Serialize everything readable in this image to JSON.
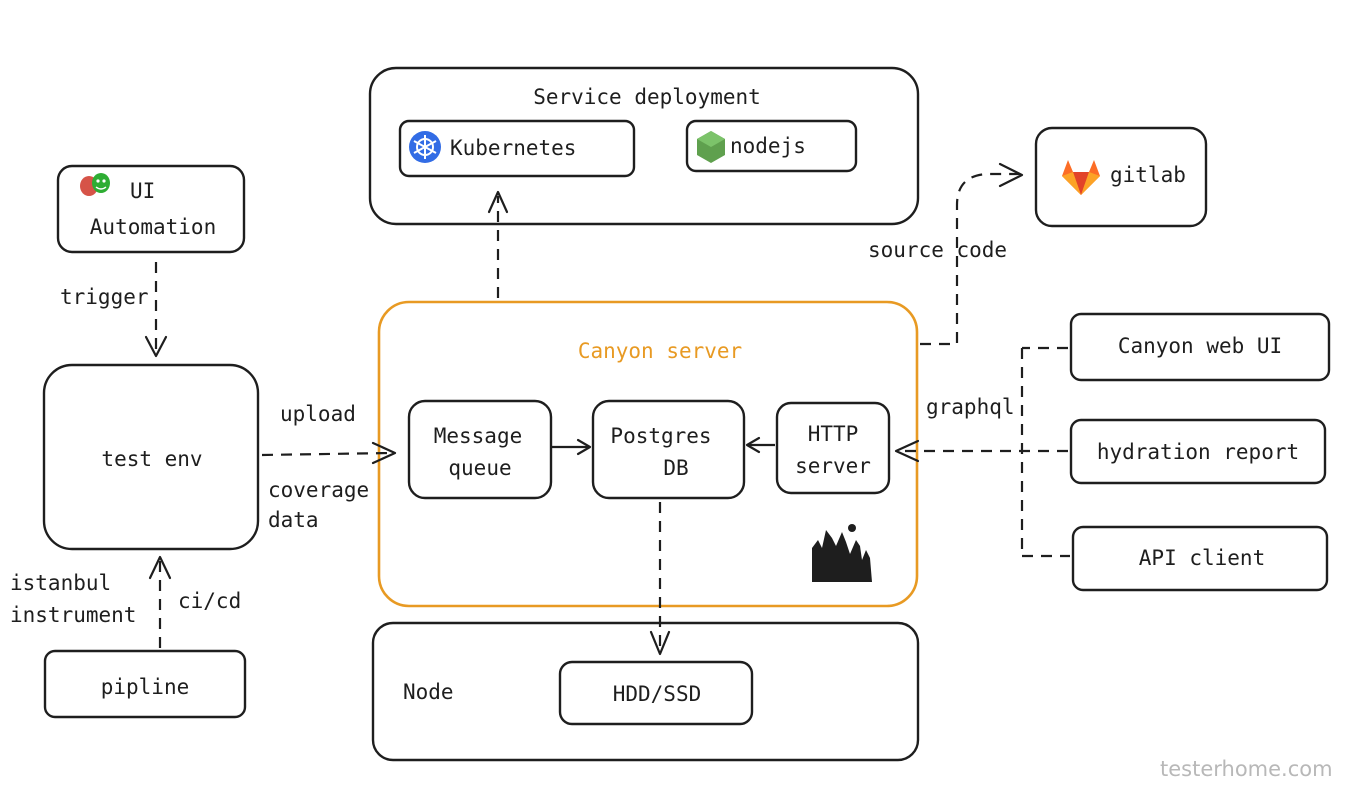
{
  "diagram": {
    "service_deployment": {
      "title": "Service deployment",
      "kubernetes": "Kubernetes",
      "nodejs": "nodejs"
    },
    "gitlab": "gitlab",
    "ui_automation": {
      "line1": "UI",
      "line2": "Automation"
    },
    "test_env": "test env",
    "pipline": "pipline",
    "canyon_server": {
      "title": "Canyon server",
      "message_queue": {
        "line1": "Message",
        "line2": "queue"
      },
      "postgres": {
        "line1": "Postgres",
        "line2": "DB"
      },
      "http_server": {
        "line1": "HTTP",
        "line2": "server"
      }
    },
    "node": {
      "label": "Node",
      "storage": "HDD/SSD"
    },
    "clients": {
      "web_ui": "Canyon web UI",
      "hydration": "hydration report",
      "api_client": "API client"
    },
    "edge_labels": {
      "trigger": "trigger",
      "upload": "upload",
      "coverage_line1": "coverage",
      "coverage_line2": "data",
      "istanbul_line1": "istanbul",
      "istanbul_line2": "instrument",
      "cicd": "ci/cd",
      "source_code": "source code",
      "graphql": "graphql"
    },
    "watermark": "testerhome.com"
  },
  "colors": {
    "accent_orange": "#e89a23",
    "stroke": "#1e1e1e",
    "kubernetes_blue": "#326ce5",
    "nodejs_green": "#5fa04e",
    "gitlab_orange": "#fc6d26"
  },
  "icons": [
    "kubernetes-icon",
    "nodejs-icon",
    "gitlab-icon",
    "theater-masks-icon",
    "canyon-logo-icon"
  ]
}
